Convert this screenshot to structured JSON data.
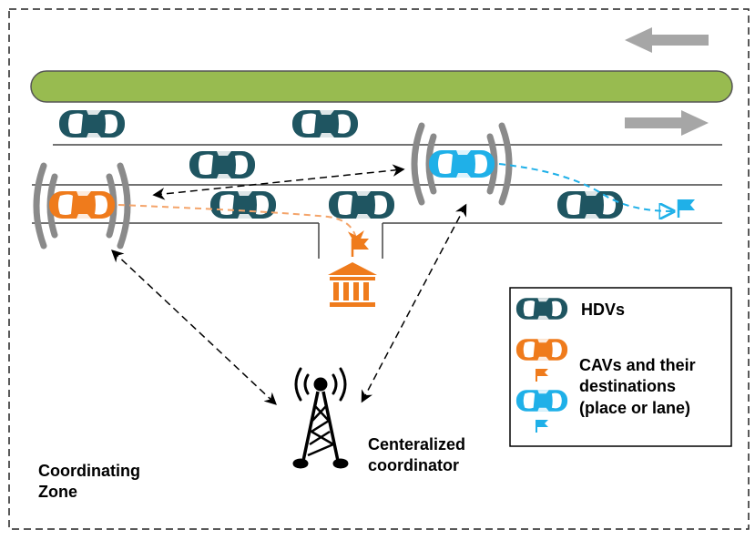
{
  "zone_label": [
    "Coordinating",
    "Zone"
  ],
  "coordinator_label": [
    "Centeralized",
    "coordinator"
  ],
  "legend": {
    "hdv_label": "HDVs",
    "cav_label": [
      "CAVs and their",
      "destinations",
      "(place or lane)"
    ]
  },
  "colors": {
    "hdv": "#1f5561",
    "cav_orange": "#ef7b1c",
    "cav_blue": "#1fb0e8",
    "median": "#98bb50",
    "arrow_gray": "#a6a6a6",
    "signal_gray": "#8a8a8a"
  },
  "icons": [
    "car-icon",
    "flag-icon",
    "building-icon",
    "tower-icon",
    "arrow-left-icon",
    "arrow-right-icon",
    "signal-waves-icon"
  ]
}
